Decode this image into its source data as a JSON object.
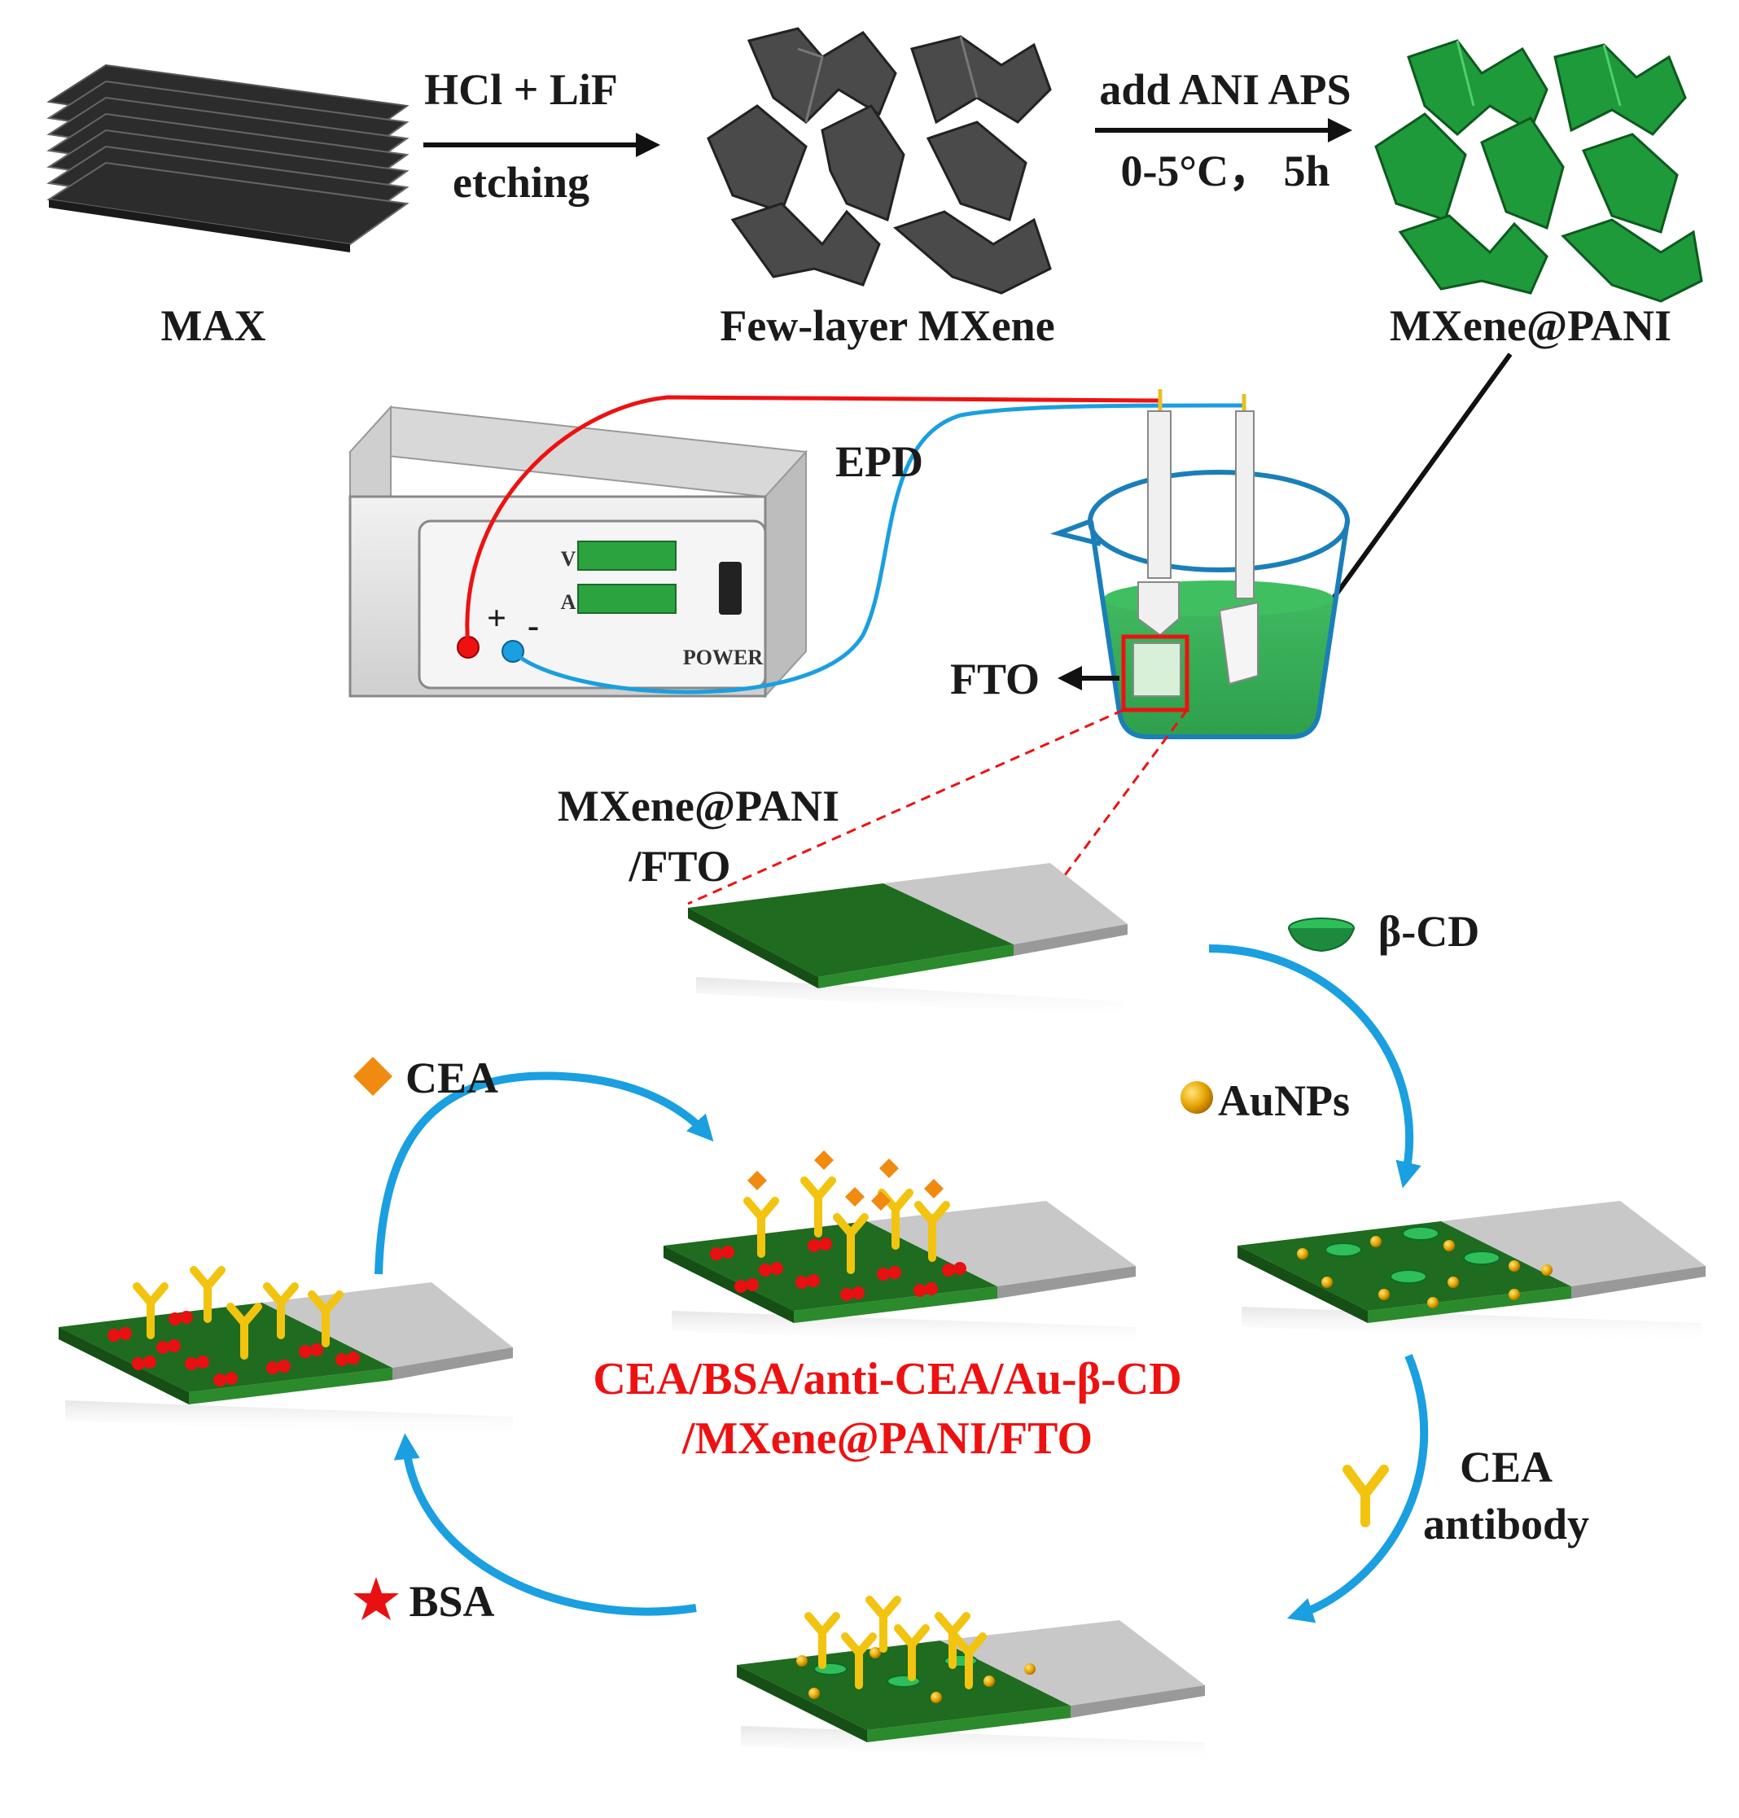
{
  "labels": {
    "max": "MAX",
    "etch_top": "HCl + LiF",
    "etch_bottom": "etching",
    "few_layer": "Few-layer MXene",
    "poly_top": "add ANI APS",
    "poly_bottom": "0-5°C， 5h",
    "mxene_pani": "MXene@PANI",
    "epd": "EPD",
    "fto": "FTO",
    "electrode_line1": "MXene@PANI",
    "electrode_line2": "/FTO",
    "bcd": "β-CD",
    "aunps": "AuNPs",
    "antibody_line1": "CEA",
    "antibody_line2": "antibody",
    "bsa": "BSA",
    "cea": "CEA",
    "final_line1": "CEA/BSA/anti-CEA/Au-β-CD",
    "final_line2": "/MXene@PANI/FTO"
  },
  "power_supply": {
    "v_label": "V",
    "a_label": "A",
    "plus": "+",
    "minus": "-",
    "power_label": "POWER"
  },
  "colors": {
    "mxene_dark": "#3a3a3a",
    "pani_green": "#1e7a2e",
    "electrode_green": "#1f6b1f",
    "arrow_blue": "#1a9fe0",
    "wire_red": "#ee1111",
    "antibody_yellow": "#f2c40f",
    "cea_orange": "#f08a10",
    "bsa_red": "#e81010",
    "label_red": "#ee1111"
  }
}
